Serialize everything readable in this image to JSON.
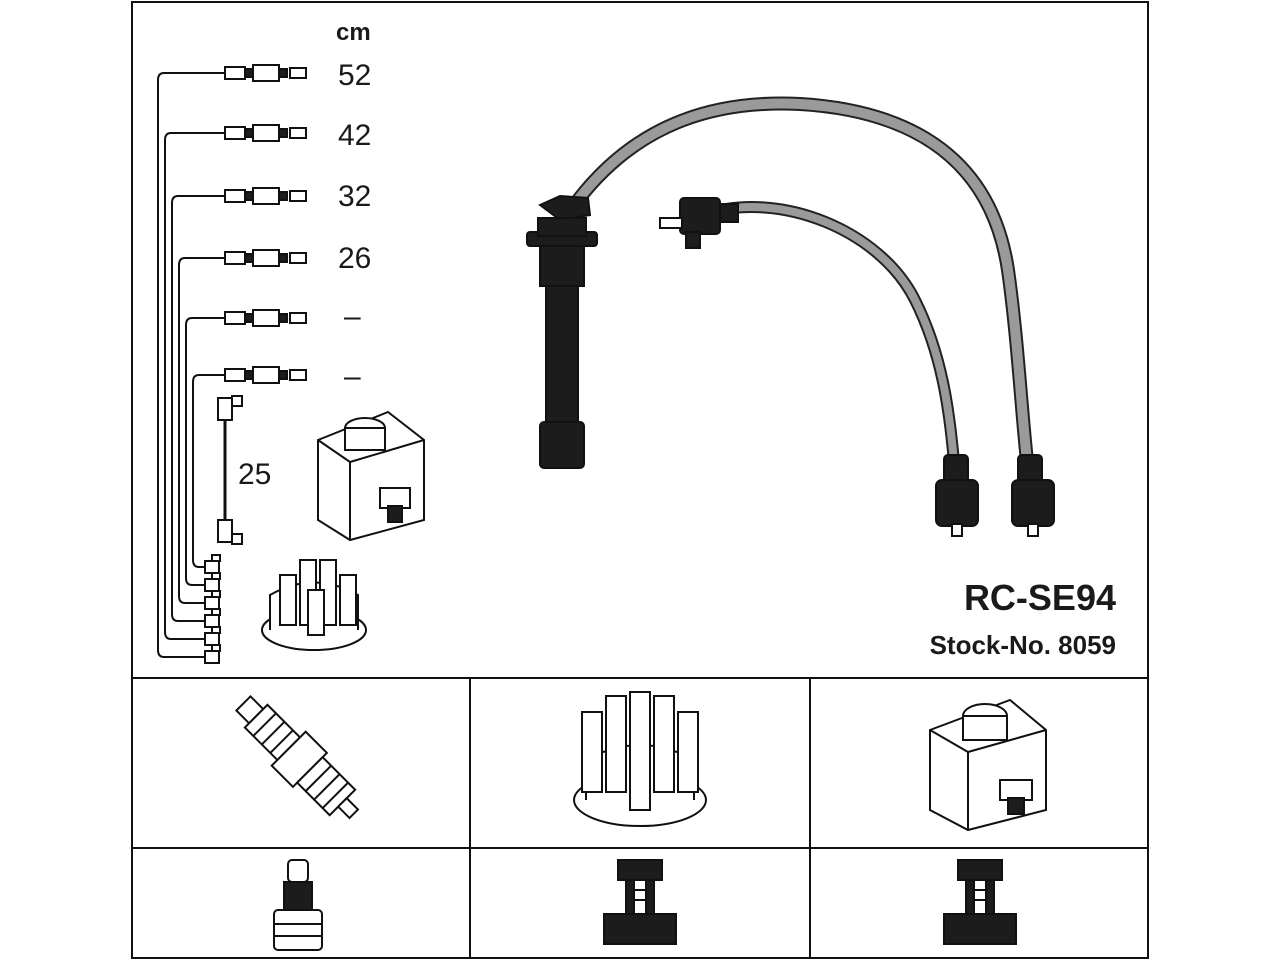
{
  "diagram": {
    "unit": "cm",
    "lengths": [
      "52",
      "42",
      "32",
      "26",
      "–",
      "–"
    ],
    "coil_lead_length": "25",
    "product_code": "RC-SE94",
    "stock_number": "Stock-No. 8059"
  },
  "panels": {
    "components": [
      "spark-plug",
      "distributor-cap",
      "ignition-coil"
    ],
    "connectors": [
      "plug-boot-connector",
      "cap-terminal-connector",
      "coil-terminal-connector"
    ]
  },
  "colors": {
    "line": "#111111",
    "cable_grey": "#9a9a9a",
    "boot_dark": "#1c1c1c",
    "background": "#ffffff"
  }
}
